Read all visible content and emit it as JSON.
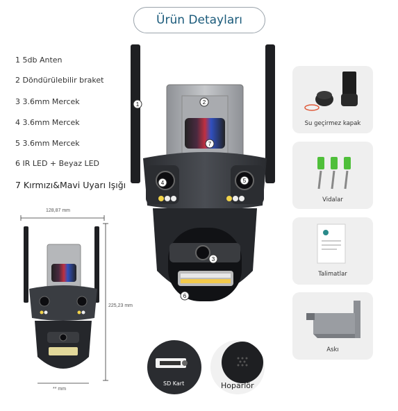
{
  "header": {
    "title": "Ürün Detayları"
  },
  "features": [
    "1 5db Anten",
    "2 Döndürülebilir braket",
    "3 3.6mm Mercek",
    "4 3.6mm Mercek",
    "5 3.6mm Mercek",
    "6 IR LED + Beyaz LED",
    "7 Kırmızı&Mavi Uyarı Işığı"
  ],
  "callouts": [
    "1",
    "2",
    "3",
    "4",
    "5",
    "6",
    "7"
  ],
  "dimensions": {
    "width": "128,87 mm",
    "height": "225,23 mm",
    "bottom": "** mm"
  },
  "accessories": [
    {
      "label": "Su geçirmez kapak",
      "icon": "waterproof-cap-icon"
    },
    {
      "label": "Vidalar",
      "icon": "screws-icon"
    },
    {
      "label": "Talimatlar",
      "icon": "manual-icon"
    },
    {
      "label": "Askı",
      "icon": "wall-bracket-icon"
    }
  ],
  "detail_views": [
    {
      "label": "SD Kart",
      "icon": "sd-card-slot-icon"
    },
    {
      "label": "Hoparlör",
      "icon": "speaker-icon"
    }
  ],
  "colors": {
    "accent": "#1a5a7a",
    "camera_body": "#3a3d42",
    "card_bg": "#efefef"
  }
}
